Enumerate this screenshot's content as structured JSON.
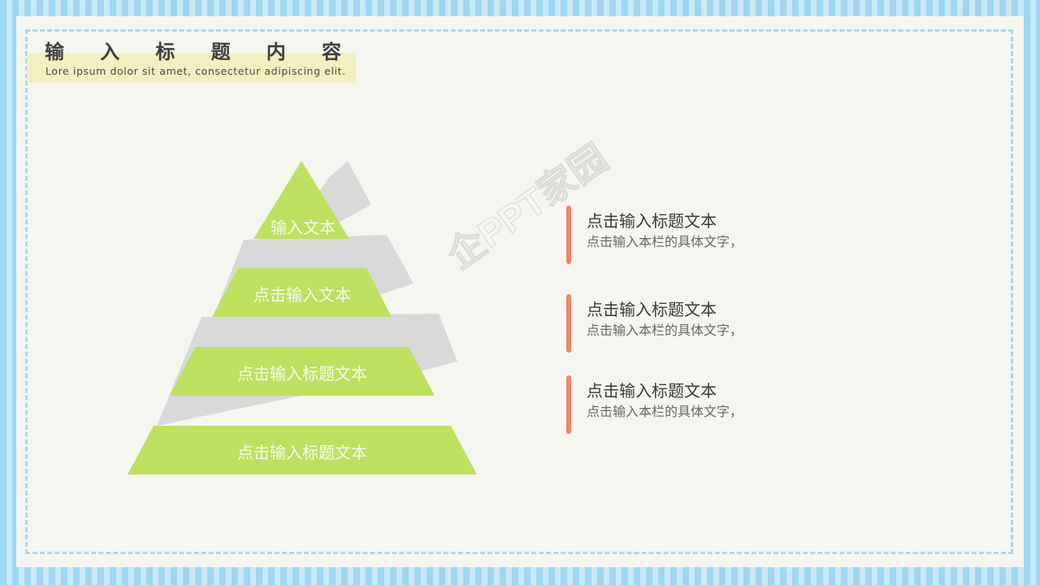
{
  "header": {
    "title_chars": [
      "输",
      "入",
      "标",
      "题",
      "内",
      "容"
    ],
    "subtitle": "Lore ipsum dolor sit amet, consectetur adipiscing elit."
  },
  "pyramid": {
    "tiers": [
      {
        "label": "输入文本"
      },
      {
        "label": "点击输入文本"
      },
      {
        "label": "点击输入标题文本"
      },
      {
        "label": "点击输入标题文本"
      }
    ]
  },
  "items": [
    {
      "title": "点击输入标题文本",
      "desc": "点击输入本栏的具体文字，"
    },
    {
      "title": "点击输入标题文本",
      "desc": "点击输入本栏的具体文字，"
    },
    {
      "title": "点击输入标题文本",
      "desc": "点击输入本栏的具体文字，"
    }
  ],
  "watermark": {
    "text": "企PPT家园",
    "icon": "house-logo-icon"
  },
  "colors": {
    "tier_fill": "#bde061",
    "ribbon_fill": "#d9d9d9",
    "accent_bar": "#f28464",
    "stripe_dark": "#9fd6f2",
    "stripe_light": "#c9e8f8",
    "panel_bg": "#f6f6f1",
    "header_band": "#f4efc0"
  }
}
